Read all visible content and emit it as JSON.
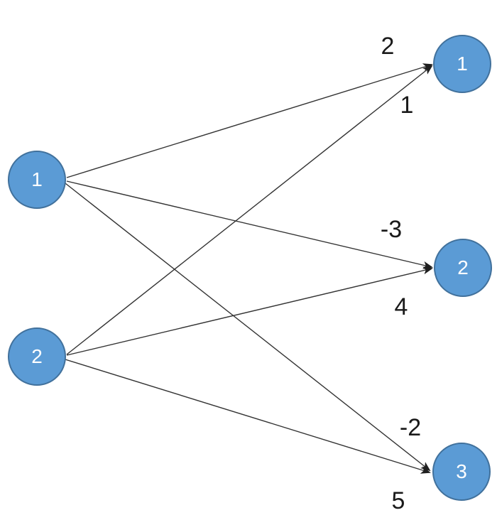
{
  "diagram": {
    "type": "weighted-bipartite-graph",
    "left_nodes": [
      {
        "id": "input-1",
        "label": "1"
      },
      {
        "id": "input-2",
        "label": "2"
      }
    ],
    "right_nodes": [
      {
        "id": "output-1",
        "label": "1"
      },
      {
        "id": "output-2",
        "label": "2"
      },
      {
        "id": "output-3",
        "label": "3"
      }
    ],
    "edges": [
      {
        "from": "input-1",
        "to": "output-1",
        "weight": "2"
      },
      {
        "from": "input-2",
        "to": "output-1",
        "weight": "1"
      },
      {
        "from": "input-1",
        "to": "output-2",
        "weight": "-3"
      },
      {
        "from": "input-2",
        "to": "output-2",
        "weight": "4"
      },
      {
        "from": "input-1",
        "to": "output-3",
        "weight": "-2"
      },
      {
        "from": "input-2",
        "to": "output-3",
        "weight": "5"
      }
    ],
    "colors": {
      "node_fill": "#5B9BD5",
      "node_border": "#41719C",
      "edge": "#333333",
      "weight_text": "#1a1a1a",
      "node_text": "#ffffff",
      "background": "#ffffff"
    }
  }
}
